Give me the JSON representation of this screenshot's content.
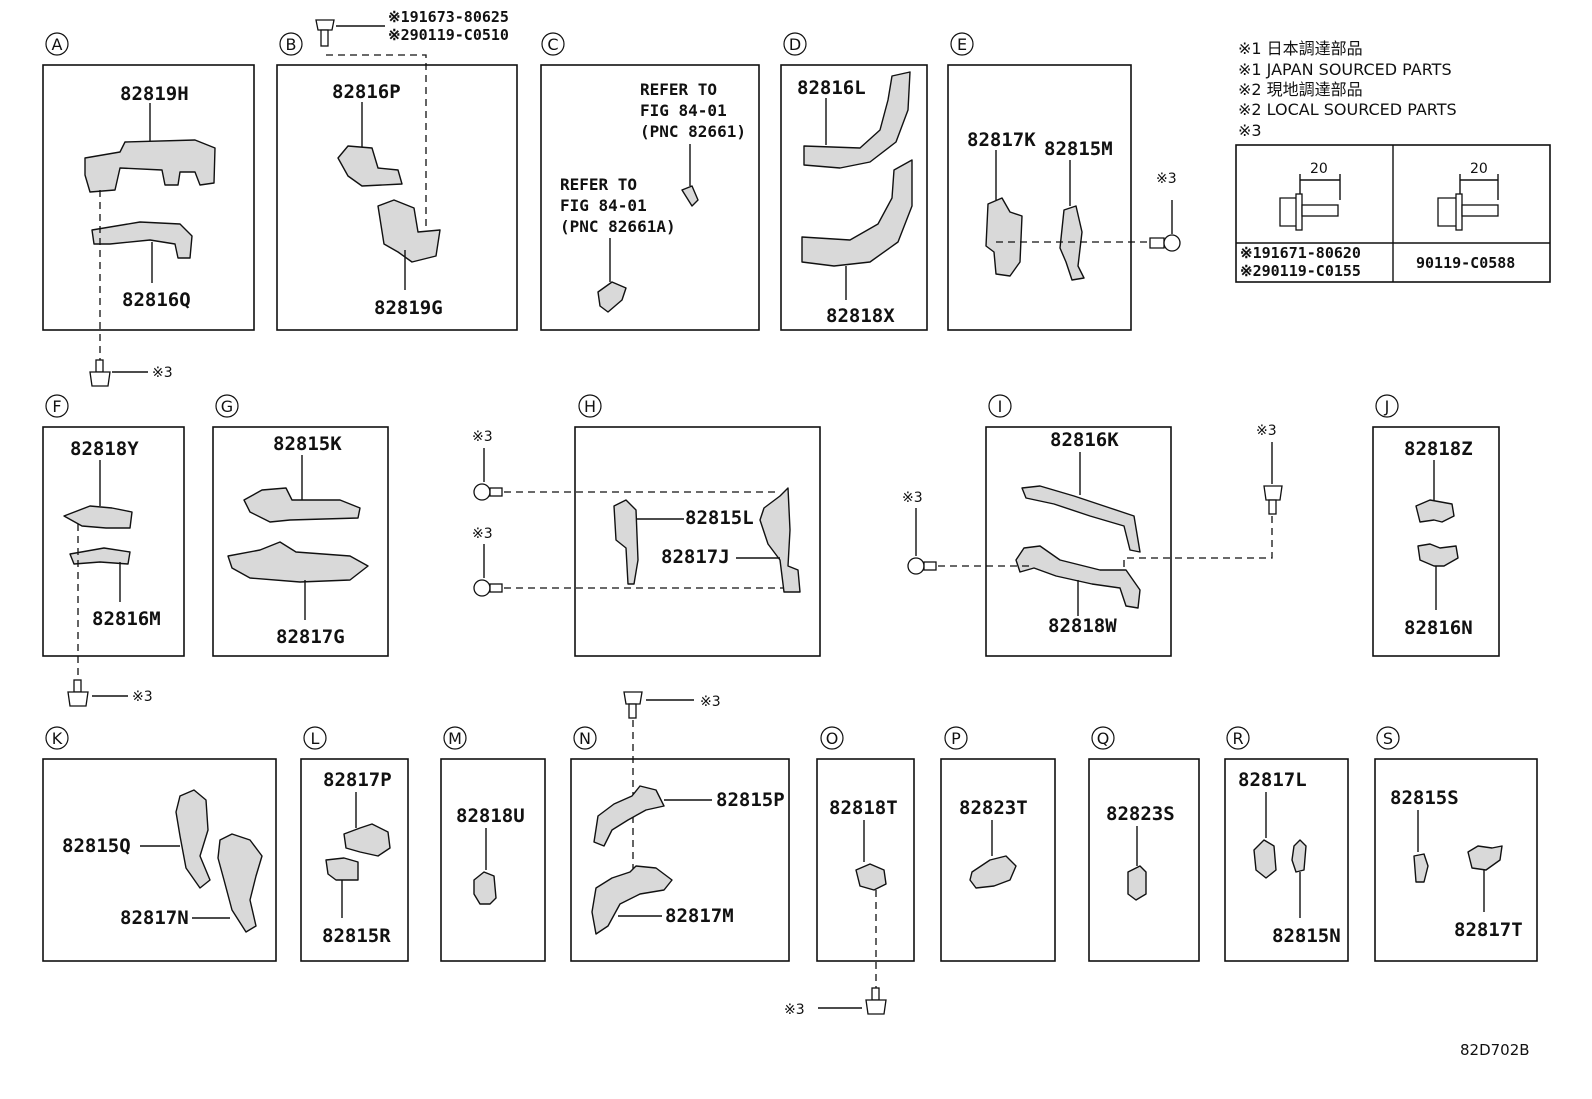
{
  "diagram_code": "82D702B",
  "legend": {
    "line1": "※1 日本調達部品",
    "line2": "※1 JAPAN SOURCED PARTS",
    "line3": "※2 現地調達部品",
    "line4": "※2 LOCAL SOURCED PARTS",
    "line5": "※3",
    "table": {
      "dim_left": "20",
      "dim_right": "20",
      "left_part_1": "※191671-80620",
      "left_part_2": "※290119-C0155",
      "right_part": "90119-C0588"
    }
  },
  "mark3": "※3",
  "bolt_b": {
    "line1": "※191673-80625",
    "line2": "※290119-C0510"
  },
  "panels": {
    "A": {
      "letter": "A",
      "parts": [
        "82819H",
        "82816Q"
      ]
    },
    "B": {
      "letter": "B",
      "parts": [
        "82816P",
        "82819G"
      ]
    },
    "C": {
      "letter": "C",
      "ref1": [
        "REFER TO",
        "FIG 84-01",
        "(PNC 82661)"
      ],
      "ref2": [
        "REFER TO",
        "FIG 84-01",
        "(PNC 82661A)"
      ]
    },
    "D": {
      "letter": "D",
      "parts": [
        "82816L",
        "82818X"
      ]
    },
    "E": {
      "letter": "E",
      "parts": [
        "82817K",
        "82815M"
      ]
    },
    "F": {
      "letter": "F",
      "parts": [
        "82818Y",
        "82816M"
      ]
    },
    "G": {
      "letter": "G",
      "parts": [
        "82815K",
        "82817G"
      ]
    },
    "H": {
      "letter": "H",
      "parts": [
        "82815L",
        "82817J"
      ]
    },
    "I": {
      "letter": "I",
      "parts": [
        "82816K",
        "82818W"
      ]
    },
    "J": {
      "letter": "J",
      "parts": [
        "82818Z",
        "82816N"
      ]
    },
    "K": {
      "letter": "K",
      "parts": [
        "82815Q",
        "82817N"
      ]
    },
    "L": {
      "letter": "L",
      "parts": [
        "82817P",
        "82815R"
      ]
    },
    "M": {
      "letter": "M",
      "parts": [
        "82818U"
      ]
    },
    "N": {
      "letter": "N",
      "parts": [
        "82815P",
        "82817M"
      ]
    },
    "O": {
      "letter": "O",
      "parts": [
        "82818T"
      ]
    },
    "P": {
      "letter": "P",
      "parts": [
        "82823T"
      ]
    },
    "Q": {
      "letter": "Q",
      "parts": [
        "82823S"
      ]
    },
    "R": {
      "letter": "R",
      "parts": [
        "82817L",
        "82815N"
      ]
    },
    "S": {
      "letter": "S",
      "parts": [
        "82815S",
        "82817T"
      ]
    }
  }
}
